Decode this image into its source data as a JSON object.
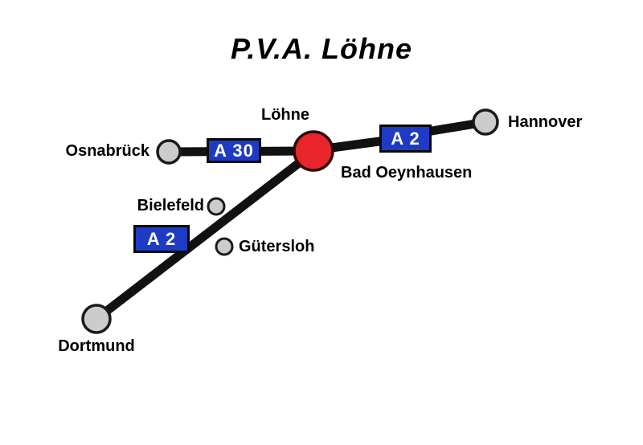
{
  "title": "P.V.A. Löhne",
  "map": {
    "junction": {
      "label": "Löhne",
      "sublabel": "Bad Oeynhausen",
      "marker": "red-circle"
    },
    "cities": {
      "osnabrueck": "Osnabrück",
      "hannover": "Hannover",
      "bielefeld": "Bielefeld",
      "guetersloh": "Gütersloh",
      "dortmund": "Dortmund"
    },
    "signs": {
      "a30": "A 30",
      "a2_east": "A 2",
      "a2_south": "A 2"
    }
  },
  "colors": {
    "background": "#ffffff",
    "road": "#111111",
    "sign": "#1f3bc4",
    "signBorder": "#0a0a0a",
    "signText": "#ffffff",
    "junctionFill": "#e8252a",
    "junctionBorder": "#2a0a0a",
    "nodeFill": "#cccccc",
    "nodeBorder": "#1a1a1a",
    "text": "#000000"
  }
}
